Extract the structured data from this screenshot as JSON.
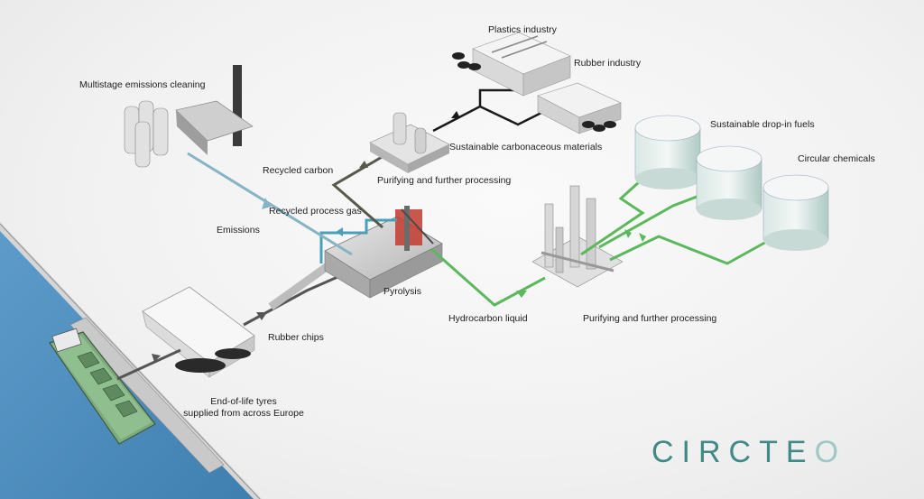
{
  "labels": {
    "plastics_industry": "Plastics industry",
    "rubber_industry": "Rubber industry",
    "multistage_emissions_cleaning": "Multistage emissions cleaning",
    "sustainable_dropin_fuels": "Sustainable drop-in fuels",
    "circular_chemicals": "Circular chemicals",
    "sustainable_carbonaceous_materials": "Sustainable carbonaceous materials",
    "recycled_carbon": "Recycled carbon",
    "purifying_further_processing_top": "Purifying and further processing",
    "recycled_process_gas": "Recycled process gas",
    "emissions": "Emissions",
    "pyrolysis": "Pyrolysis",
    "hydrocarbon_liquid": "Hydrocarbon liquid",
    "purifying_further_processing_bottom": "Purifying and further processing",
    "rubber_chips": "Rubber chips",
    "end_of_life_tyres_line1": "End-of-life tyres",
    "end_of_life_tyres_line2": "supplied from across Europe"
  },
  "logo": {
    "main": "CIRCTE",
    "last": "O"
  },
  "colors": {
    "water": "#4f8fc0",
    "flow_green": "#5cb85c",
    "flow_blue": "#4aa0b8",
    "flow_black": "#1a1a1a",
    "flow_dark": "#555555",
    "logo_teal": "#3f8a86"
  }
}
